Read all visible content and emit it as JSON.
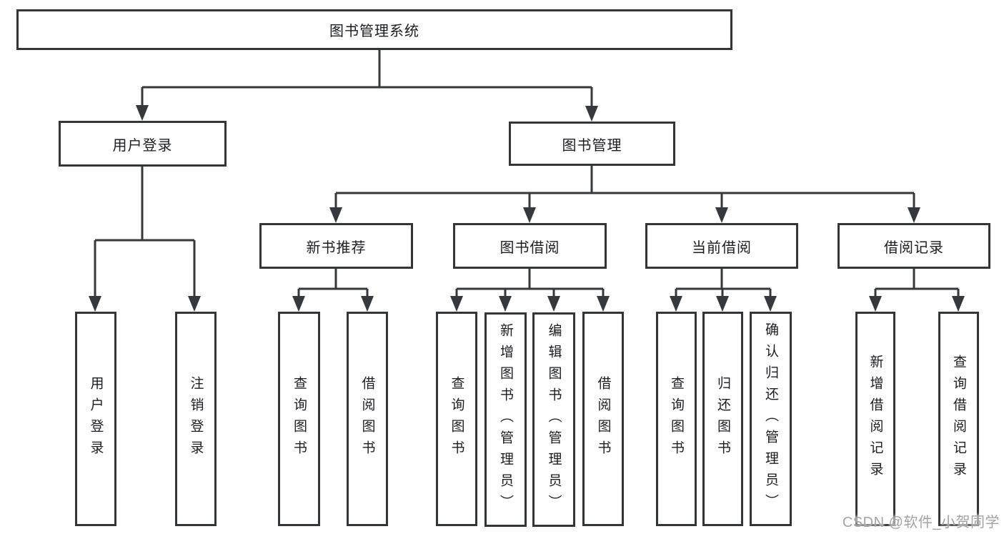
{
  "colors": {
    "line": "#35383c",
    "box_border": "#333639",
    "text": "#1b1d22",
    "watermark": "#a3a3a3",
    "background": "#ffffff"
  },
  "tree": {
    "root": {
      "label": "图书管理系统",
      "children": [
        {
          "label": "用户登录",
          "children": [
            {
              "label": "用户登录"
            },
            {
              "label": "注销登录"
            }
          ]
        },
        {
          "label": "图书管理",
          "children": [
            {
              "label": "新书推荐",
              "children": [
                {
                  "label": "查询图书"
                },
                {
                  "label": "借阅图书"
                }
              ]
            },
            {
              "label": "图书借阅",
              "children": [
                {
                  "label": "查询图书"
                },
                {
                  "label": "新增图书（管理员）"
                },
                {
                  "label": "编辑图书（管理员）"
                },
                {
                  "label": "借阅图书"
                }
              ]
            },
            {
              "label": "当前借阅",
              "children": [
                {
                  "label": "查询图书"
                },
                {
                  "label": "归还图书"
                },
                {
                  "label": "确认归还（管理员）"
                }
              ]
            },
            {
              "label": "借阅记录",
              "children": [
                {
                  "label": "新增借阅记录"
                },
                {
                  "label": "查询借阅记录"
                }
              ]
            }
          ]
        }
      ]
    }
  },
  "watermark": {
    "text": "CSDN @软件_小贺同学"
  }
}
